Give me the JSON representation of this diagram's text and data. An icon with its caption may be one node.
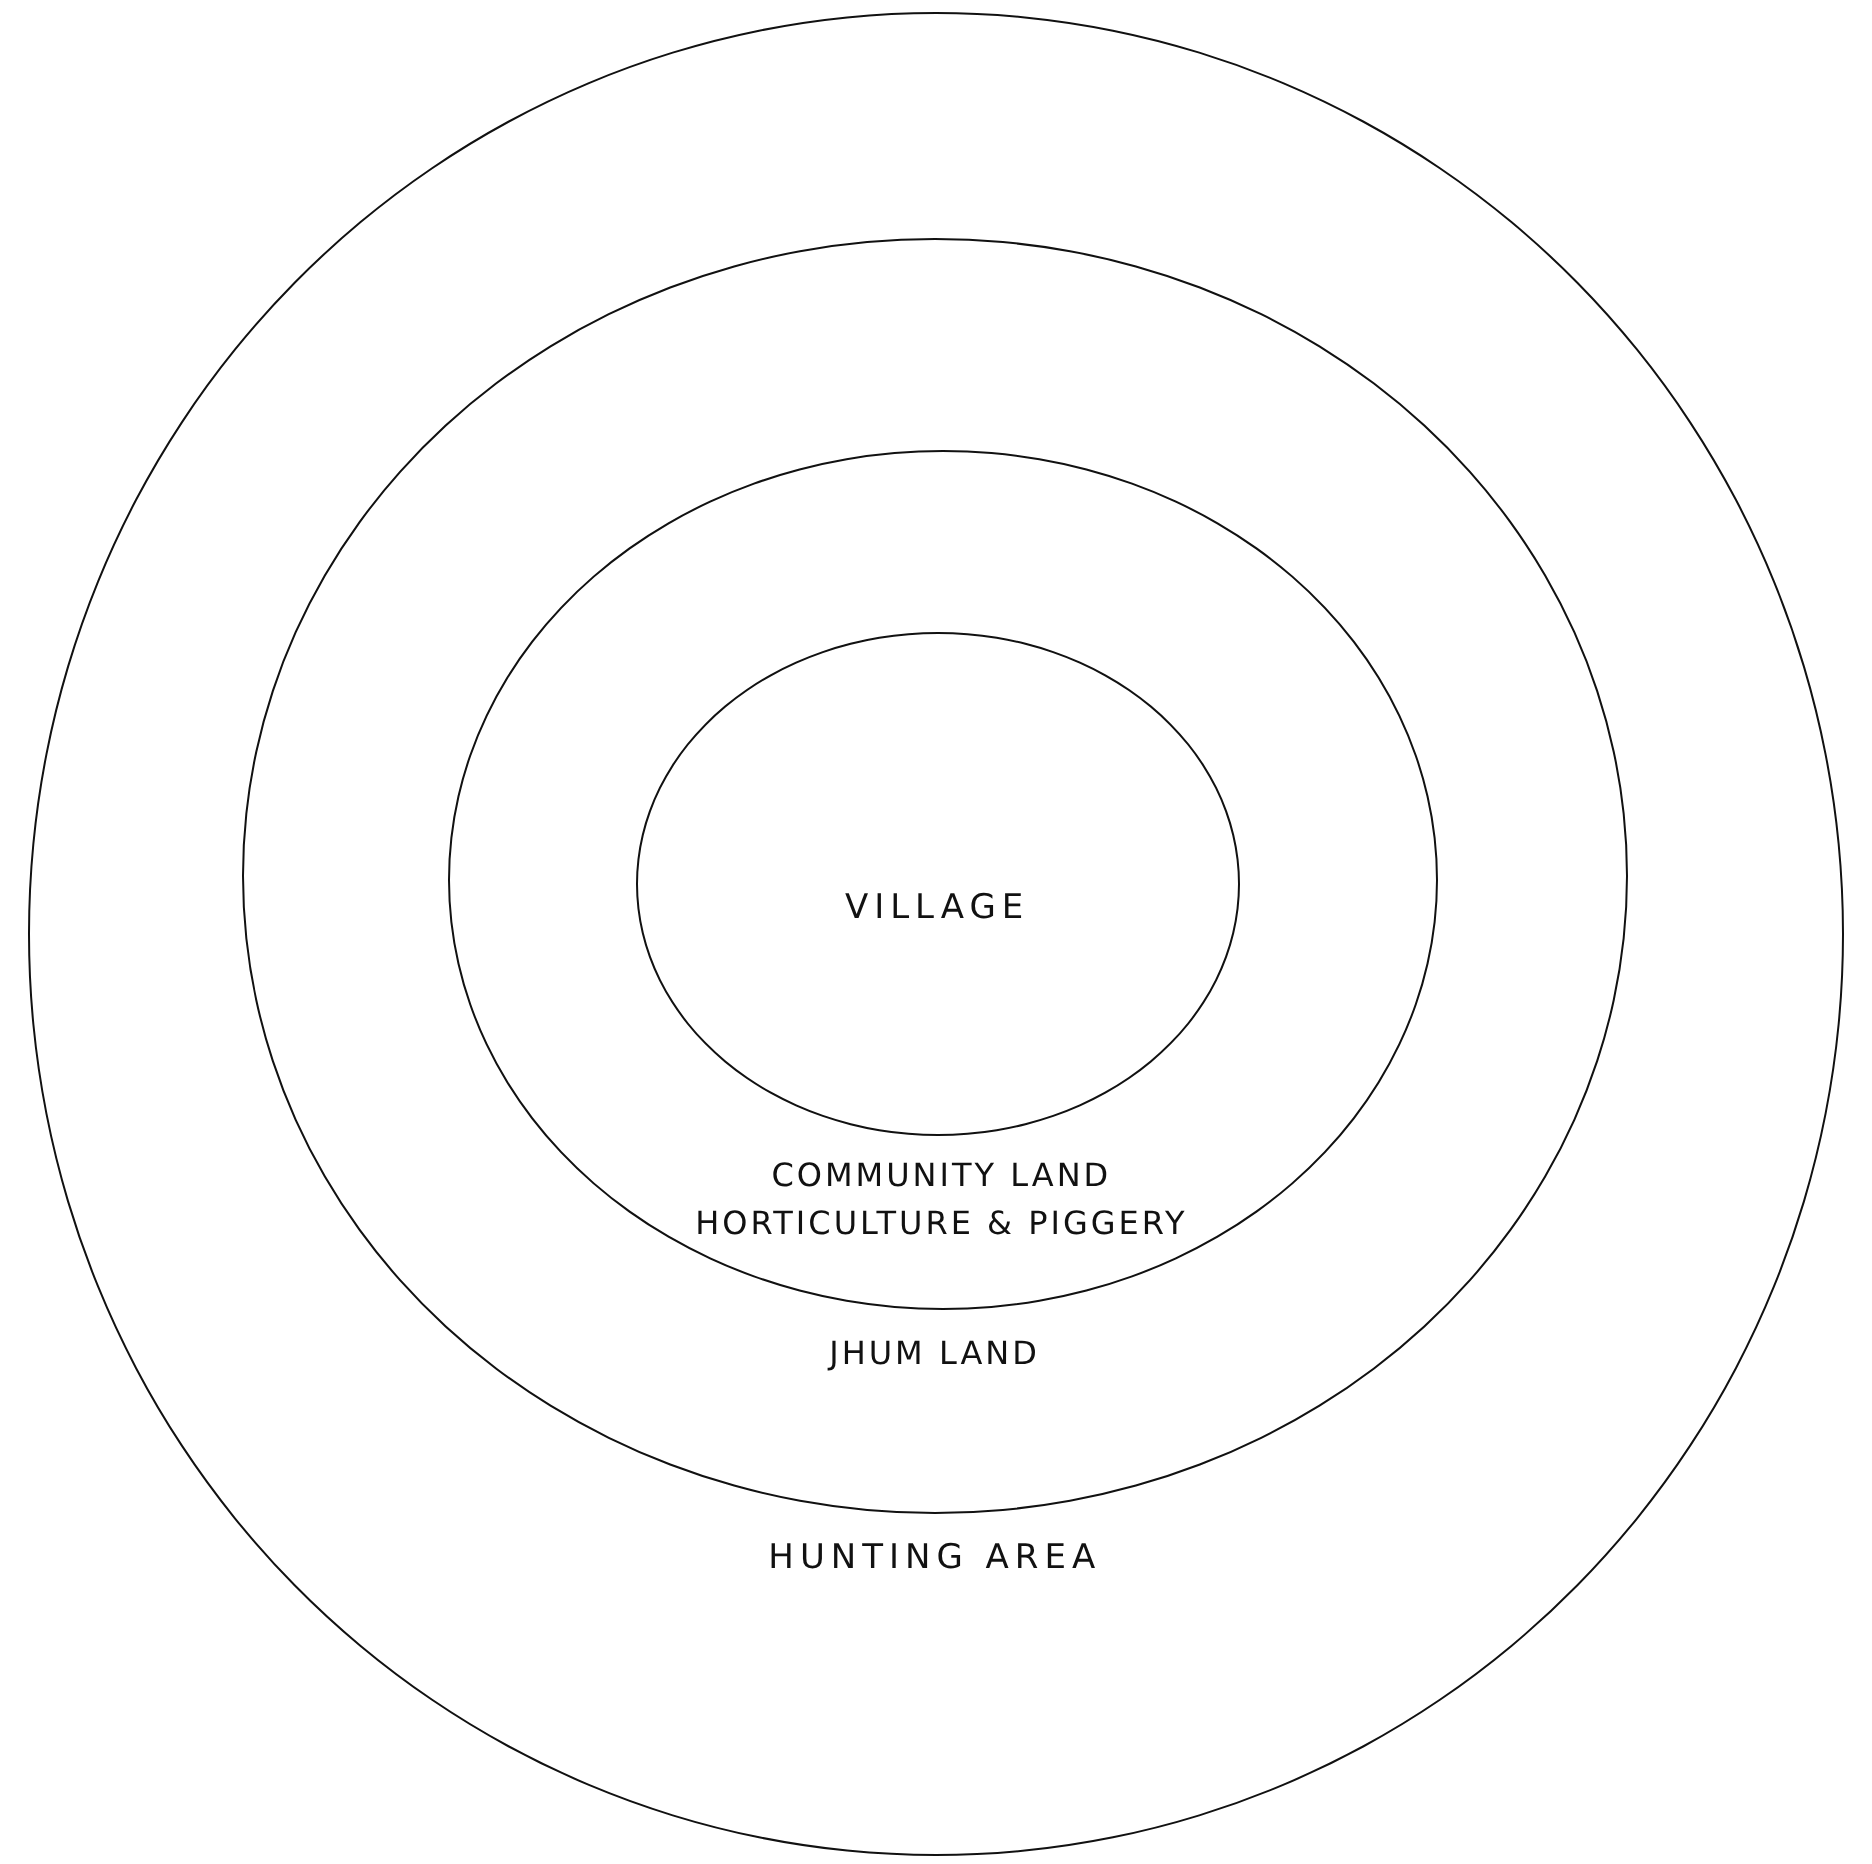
{
  "diagram": {
    "nodes": [
      {
        "text": [
          "HUNTING AREA"
        ]
      },
      {
        "text": [
          "JHUM LAND"
        ],
        "in": 0
      },
      {
        "text": [
          "COMMUNITY LAND HORTICULTURE & PIGGERY"
        ],
        "in": 1
      },
      {
        "text": [
          "VILLAGE"
        ],
        "in": 2
      }
    ],
    "edges": []
  }
}
